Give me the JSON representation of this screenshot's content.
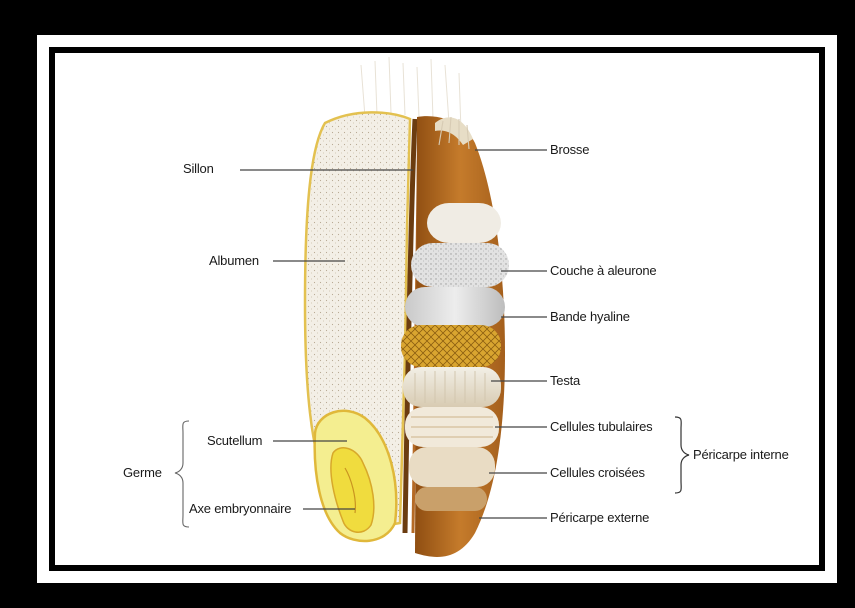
{
  "labels": {
    "sillon": "Sillon",
    "albumen": "Albumen",
    "scutellum": "Scutellum",
    "axe_embryonnaire": "Axe embryonnaire",
    "germe": "Germe",
    "brosse": "Brosse",
    "couche_aleurone": "Couche à aleurone",
    "bande_hyaline": "Bande hyaline",
    "testa": "Testa",
    "cellules_tubulaires": "Cellules tubulaires",
    "cellules_croisees": "Cellules croisées",
    "pericarpe_externe": "Péricarpe externe",
    "pericarpe_interne": "Péricarpe interne"
  },
  "colors": {
    "albumen": "#f1ece3",
    "kernel_outline": "#e7c65b",
    "bran_brown": "#b7681c",
    "germ_yellow": "#f3ec63",
    "aleurone": "#d9d9d9",
    "testa": "#c8961e",
    "leader_line": "#444444"
  }
}
